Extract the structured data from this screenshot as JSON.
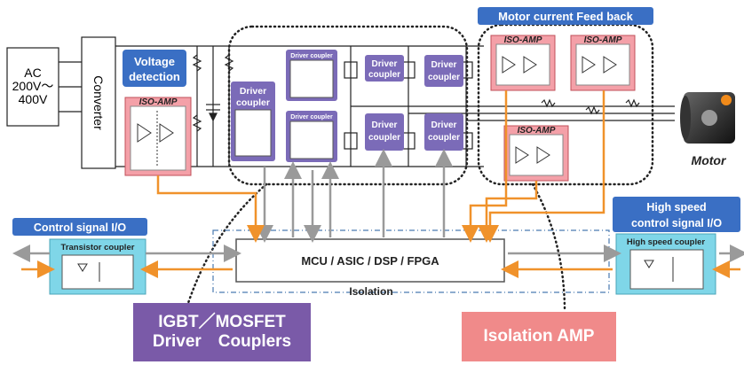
{
  "ac_source": {
    "line1": "AC",
    "line2": "200V～",
    "line3": "400V"
  },
  "converter_label": "Converter",
  "voltage_detection": {
    "line1": "Voltage",
    "line2": "detection"
  },
  "iso_amp_label": "ISO-AMP",
  "driver_coupler_big": {
    "line1": "Driver",
    "line2": "coupler"
  },
  "driver_coupler_small": "Driver coupler",
  "motor_current_feedback": "Motor current Feed back",
  "motor_label": "Motor",
  "mcu_label": "MCU / ASIC / DSP / FPGA",
  "isolation_label": "Isolation",
  "control_signal_io": "Control signal I/O",
  "transistor_coupler": "Transistor coupler",
  "high_speed_control": {
    "line1": "High speed",
    "line2": "control signal I/O"
  },
  "high_speed_coupler": "High speed coupler",
  "igbt_banner": {
    "line1": "IGBT／MOSFET",
    "line2": "Driver　Couplers"
  },
  "isolation_amp_banner": "Isolation AMP",
  "colors": {
    "blue_badge": "#3a6fc4",
    "purple": "#7b6bb8",
    "pink_amp": "#f4a0a8",
    "cyan_box": "#7fd6e8",
    "orange_line": "#f0922b",
    "gray_line": "#9a9a9a",
    "igbt_banner": "#7a5aa8",
    "amp_banner": "#f08a8a"
  }
}
